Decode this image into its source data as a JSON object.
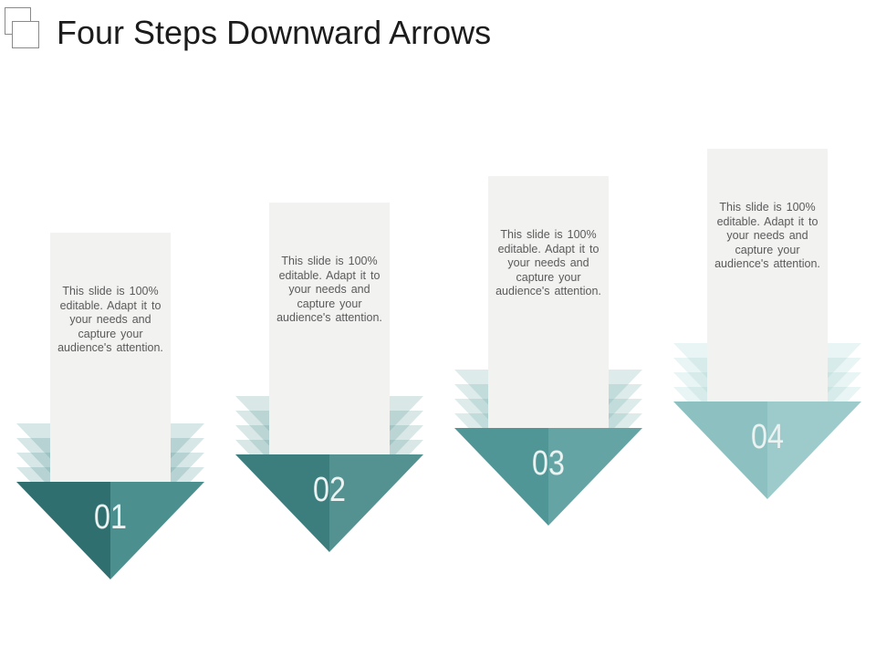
{
  "slide": {
    "title": "Four Steps Downward Arrows",
    "title_icon": "overlapping-squares-icon"
  },
  "steps": [
    {
      "number": "01",
      "description": "This slide is 100% editable. Adapt it to your needs and capture your audience's attention.",
      "color_dark": "#306f6f",
      "color_light": "#4b8f8f"
    },
    {
      "number": "02",
      "description": "This slide is 100% editable. Adapt it to your needs and capture your audience's attention.",
      "color_dark": "#3c7d7d",
      "color_light": "#549191"
    },
    {
      "number": "03",
      "description": "This slide is 100% editable. Adapt it to your needs and capture your audience's attention.",
      "color_dark": "#519697",
      "color_light": "#65a4a4"
    },
    {
      "number": "04",
      "description": "This slide is 100% editable. Adapt it to your needs and capture your audience's attention.",
      "color_dark": "#8dc1c1",
      "color_light": "#9dcbcb"
    }
  ],
  "colors": {
    "card_bg": "#f2f2f1",
    "body_text": "#5a5a5a",
    "number_text": "#eaf2f2",
    "title_text": "#1c1c1c"
  }
}
